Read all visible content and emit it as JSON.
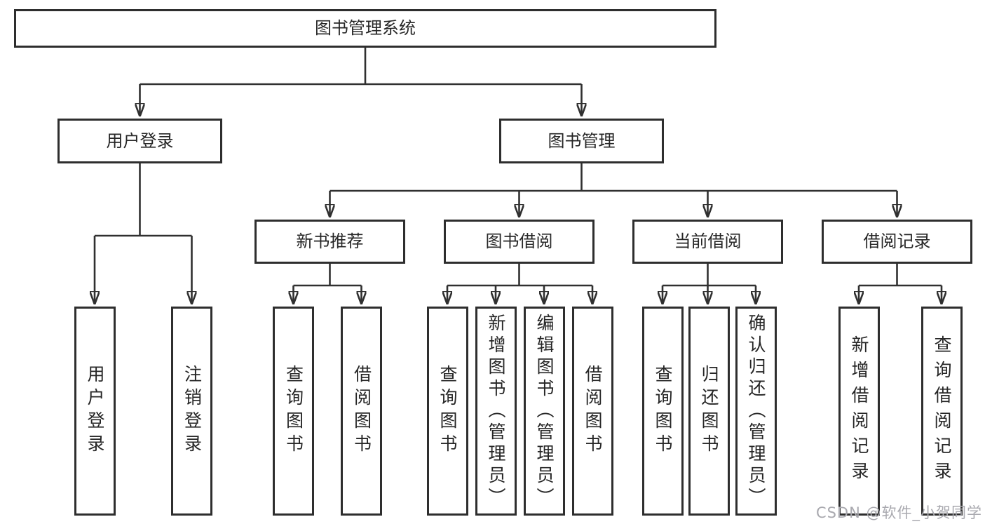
{
  "tree": {
    "root": "图书管理系统",
    "user_login": "用户登录",
    "book_mgmt": "图书管理",
    "new_book_rec": "新书推荐",
    "book_borrow": "图书借阅",
    "current_borrow": "当前借阅",
    "borrow_records": "借阅记录",
    "leaf_user_login": "用户登录",
    "leaf_logout": "注销登录",
    "leaf_query_book_new": "查询图书",
    "leaf_borrow_book_new": "借阅图书",
    "leaf_query_book_borrow": "查询图书",
    "leaf_add_book": "新增图书（管理员）",
    "leaf_edit_book": "编辑图书（管理员）",
    "leaf_borrow_book_borrow": "借阅图书",
    "leaf_query_book_current": "查询图书",
    "leaf_return_book": "归还图书",
    "leaf_confirm_return": "确认归还（管理员）",
    "leaf_add_record": "新增借阅记录",
    "leaf_query_record": "查询借阅记录"
  },
  "watermark": "CSDN @软件_小贺同学",
  "colors": {
    "line": "#303030",
    "node_border": "#2e2e2e",
    "text": "#262626",
    "watermark": "#a9a9af",
    "background": "#ffffff"
  }
}
